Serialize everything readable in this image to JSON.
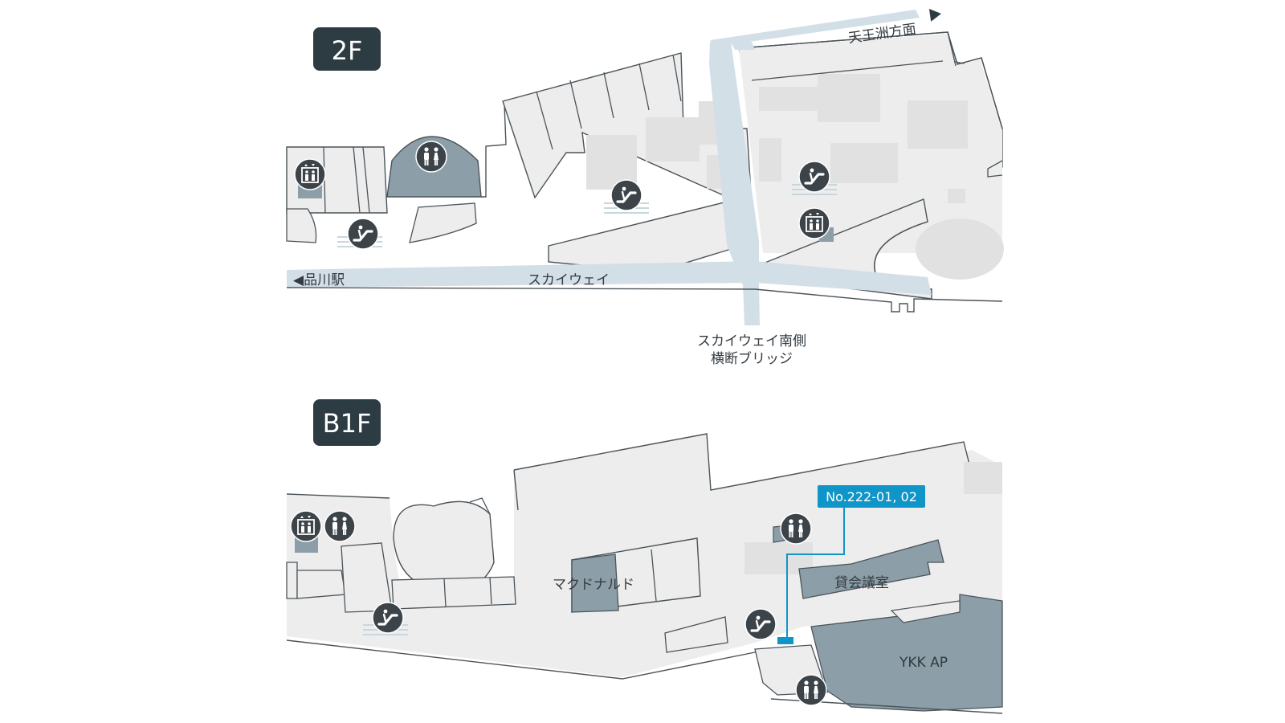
{
  "floors": {
    "upper": {
      "label": "2F"
    },
    "lower": {
      "label": "B1F"
    }
  },
  "labels": {
    "tennozu_direction": "天王洲方面",
    "shinagawa_station": "◀品川駅",
    "skyway": "スカイウェイ",
    "bridge_line1": "スカイウェイ南側",
    "bridge_line2": "横断ブリッジ",
    "mcdonalds": "マクドナルド",
    "rental_room": "貸会議室",
    "ykk_ap": "YKK AP",
    "unit_callout": "No.222-01, 02"
  },
  "colors": {
    "floor_area": "#ededed",
    "outline": "#4b545a",
    "shop_dark": "#8c9ea8",
    "walkway": "#d3dfe7",
    "badge": "#2d3b42",
    "icon_bg": "#3c4449",
    "callout": "#1095c8",
    "stair_lines": "#c8d6dd"
  },
  "icons": [
    "elevator-icon",
    "restroom-icon",
    "escalator-icon"
  ]
}
